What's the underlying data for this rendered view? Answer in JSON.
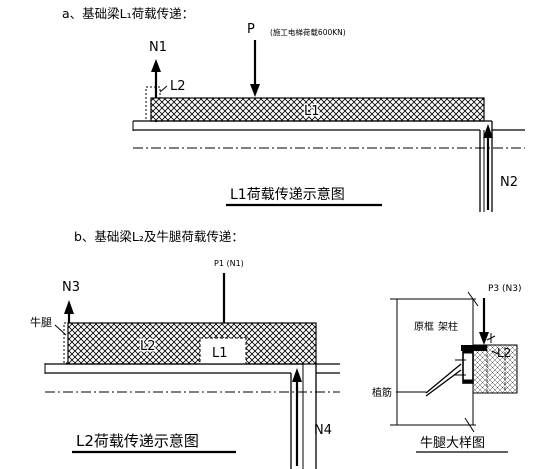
{
  "section_a": {
    "caption": "a、基础梁L₁荷载传递：",
    "load_p": "P",
    "load_note": "(施工电梯荷载600KN)",
    "reaction_n1": "N1",
    "beam_l2_label": "L2",
    "beam_l1_label": "L1",
    "reaction_n2": "N2",
    "figure_title": "L1荷载传递示意图"
  },
  "section_b": {
    "caption": "b、基础梁L₂及牛腿荷载传递：",
    "load_p1": "P1 (N1)",
    "reaction_n3": "N3",
    "corbel_label": "牛腿",
    "beam_l2_label": "L2",
    "beam_l1_label": "L1",
    "reaction_n4": "N4",
    "figure_title": "L2荷载传递示意图"
  },
  "detail": {
    "load_p3": "P3 (N3)",
    "column_label_line1": "原框",
    "column_label_line2": "架柱",
    "beam_l2_label": "L2",
    "rebar_label": "植筋",
    "figure_title": "牛腿大样图"
  }
}
